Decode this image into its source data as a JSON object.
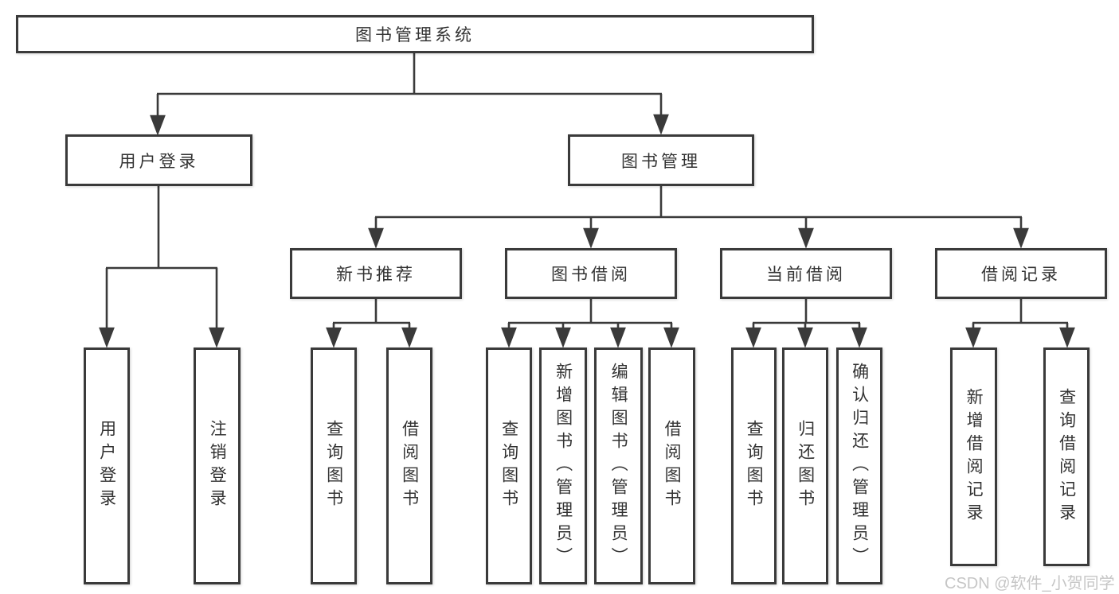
{
  "title": "图书管理系统",
  "nodes": {
    "user_login": "用户登录",
    "book_management": "图书管理",
    "new_book_recommend": "新书推荐",
    "book_borrow": "图书借阅",
    "current_borrow": "当前借阅",
    "borrow_records": "借阅记录"
  },
  "leaves": {
    "user_login": [
      "用户登录",
      "注销登录"
    ],
    "new_book_recommend": [
      "查询图书",
      "借阅图书"
    ],
    "book_borrow": [
      "查询图书",
      "新增图书（管理员）",
      "编辑图书（管理员）",
      "借阅图书"
    ],
    "current_borrow": [
      "查询图书",
      "归还图书",
      "确认归还（管理员）"
    ],
    "borrow_records": [
      "新增借阅记录",
      "查询借阅记录"
    ]
  },
  "watermark": "CSDN @软件_小贺同学",
  "colors": {
    "line": "#3a3a3a",
    "text": "#333333",
    "watermark": "#c6c6c6",
    "background": "#ffffff"
  }
}
